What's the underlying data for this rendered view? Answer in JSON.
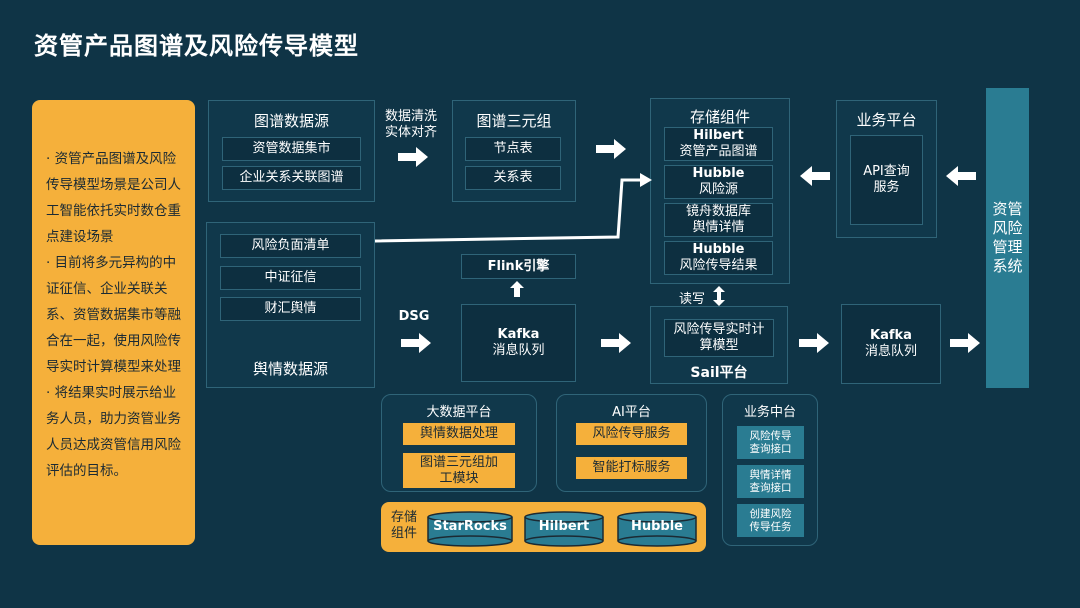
{
  "title": "资管产品图谱及风险传导模型",
  "left_panel": [
    "· 资管产品图谱及风险传导模型场景是公司人工智能依托实时数仓重点建设场景",
    "· 目前将多元异构的中证征信、企业关联关系、资管数据集市等融合在一起，使用风险传导实时计算模型来处理",
    "· 将结果实时展示给业务人员，助力资管业务人员达成资管信用风险评估的目标。"
  ],
  "graph_source": {
    "title": "图谱数据源",
    "items": [
      "资管数据集市",
      "企业关系关联图谱"
    ]
  },
  "clean_label": [
    "数据清洗",
    "实体对齐"
  ],
  "triple": {
    "title": "图谱三元组",
    "items": [
      "节点表",
      "关系表"
    ]
  },
  "storage": {
    "title": "存储组件",
    "items": [
      {
        "name": "Hilbert",
        "desc": "资管产品图谱"
      },
      {
        "name": "Hubble",
        "desc": "风险源"
      },
      {
        "name": "镜舟数据库",
        "desc": "舆情详情"
      },
      {
        "name": "Hubble",
        "desc": "风险传导结果"
      }
    ]
  },
  "biz_platform": {
    "title": "业务平台",
    "item": "API查询服务"
  },
  "risk_system": "资管风险管理系统",
  "sentiment_source": {
    "title": "舆情数据源",
    "items": [
      "风险负面清单",
      "中证征信",
      "财汇舆情"
    ]
  },
  "flink": "Flink引擎",
  "dsg": "DSG",
  "kafka1": {
    "name": "Kafka",
    "desc": "消息队列"
  },
  "rw_label": "读写",
  "sail": {
    "inner": "风险传导实时计算模型",
    "title": "Sail平台"
  },
  "kafka2": {
    "name": "Kafka",
    "desc": "消息队列"
  },
  "bigdata": {
    "title": "大数据平台",
    "items": [
      "舆情数据处理",
      "图谱三元组加工模块"
    ]
  },
  "ai": {
    "title": "AI平台",
    "items": [
      "风险传导服务",
      "智能打标服务"
    ]
  },
  "biz_mid": {
    "title": "业务中台",
    "items": [
      "风险传导查询接口",
      "舆情详情查询接口",
      "创建风险传导任务"
    ]
  },
  "storage_bar": {
    "label": "存储组件",
    "items": [
      "StarRocks",
      "Hilbert",
      "Hubble"
    ]
  },
  "colors": {
    "background": "#0f3446",
    "accent": "#f5b03b",
    "teal": "#2a7c92",
    "box_border": "#2f6478"
  }
}
